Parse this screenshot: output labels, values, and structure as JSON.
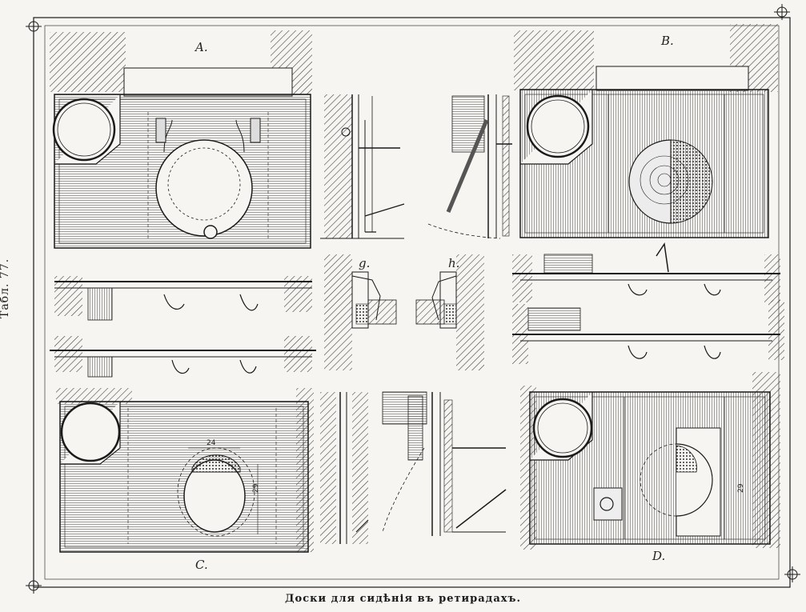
{
  "plate": {
    "table_label": "Табл. 77.",
    "caption": "Доски для сидѣнія въ ретирадахъ."
  },
  "panels": {
    "a": "A.",
    "b": "B.",
    "c": "C.",
    "d": "D.",
    "g": "g.",
    "h": "h."
  },
  "dimensions": {
    "c_width": "24",
    "c_height": "29",
    "d_height": "29"
  },
  "colors": {
    "ink": "#1a1a1a",
    "paper": "#f6f5f1",
    "hatch": "#444444"
  }
}
